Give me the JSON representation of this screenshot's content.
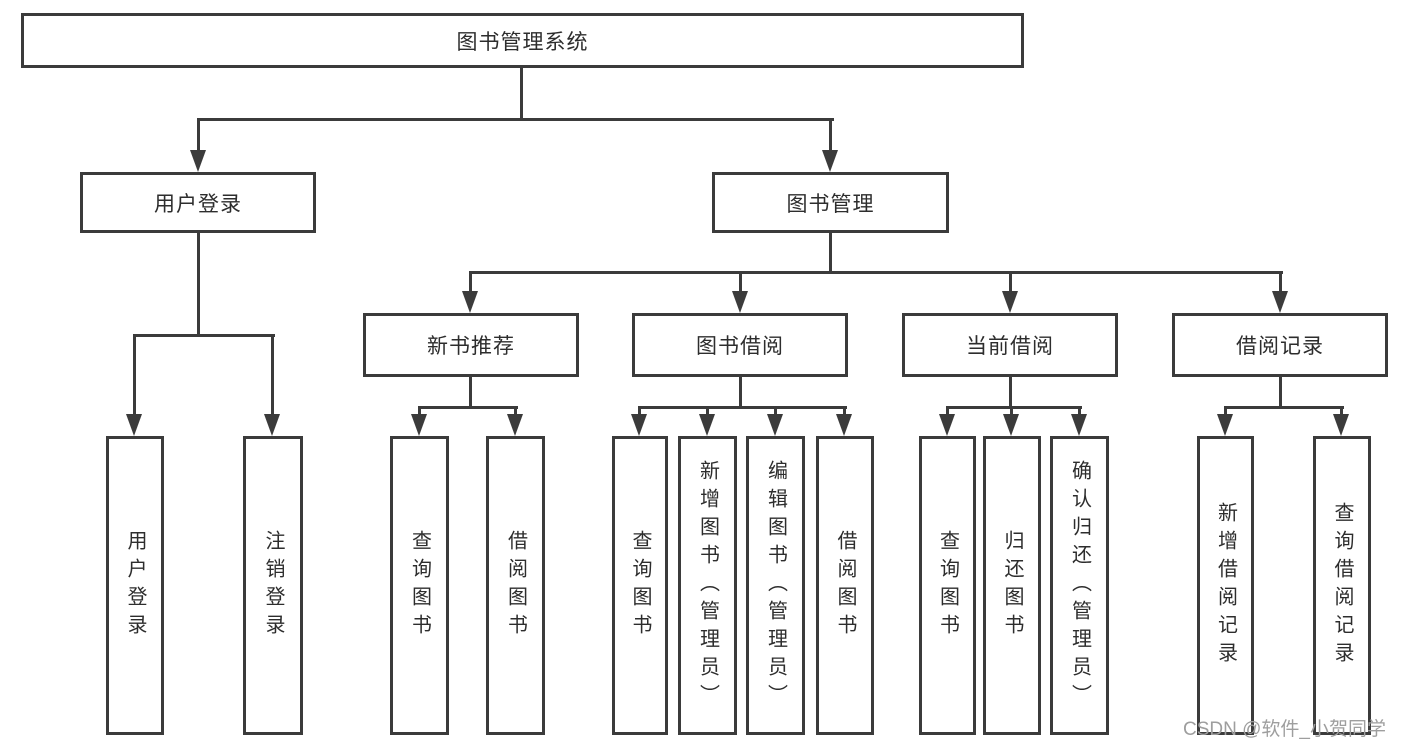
{
  "diagram": {
    "root": {
      "label": "图书管理系统"
    },
    "user_login": {
      "label": "用户登录",
      "children": [
        {
          "label": "用户登录"
        },
        {
          "label": "注销登录"
        }
      ]
    },
    "book_mgmt": {
      "label": "图书管理",
      "sections": [
        {
          "label": "新书推荐",
          "children": [
            {
              "label": "查询图书"
            },
            {
              "label": "借阅图书"
            }
          ]
        },
        {
          "label": "图书借阅",
          "children": [
            {
              "label": "查询图书"
            },
            {
              "label": "新增图书（管理员）"
            },
            {
              "label": "编辑图书（管理员）"
            },
            {
              "label": "借阅图书"
            }
          ]
        },
        {
          "label": "当前借阅",
          "children": [
            {
              "label": "查询图书"
            },
            {
              "label": "归还图书"
            },
            {
              "label": "确认归还（管理员）"
            }
          ]
        },
        {
          "label": "借阅记录",
          "children": [
            {
              "label": "新增借阅记录"
            },
            {
              "label": "查询借阅记录"
            }
          ]
        }
      ]
    }
  },
  "watermark": {
    "text": "CSDN @软件_小贺同学"
  },
  "colors": {
    "line": "#3b3b3b",
    "text": "#2d2d2d",
    "watermark": "#9e9e9e",
    "background": "#ffffff"
  }
}
